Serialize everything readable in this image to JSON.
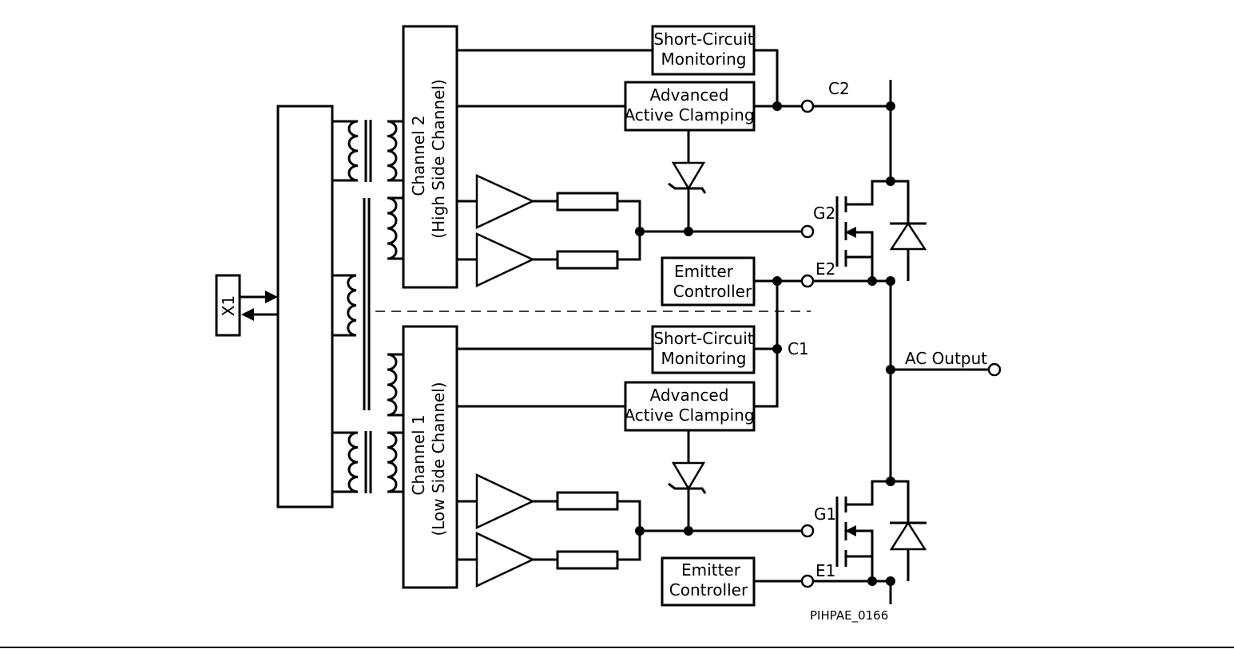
{
  "blocks": {
    "x1": "X1",
    "channel2_line1": "Channel 2",
    "channel2_line2": "(High Side Channel)",
    "channel1_line1": "Channel 1",
    "channel1_line2": "(Low Side Channel)",
    "sc_monitor_top": [
      "Short-Circuit",
      "Monitoring"
    ],
    "clamp_top": [
      "Advanced",
      "Active Clamping"
    ],
    "emitter_top": [
      "Emitter",
      "Controller"
    ],
    "sc_monitor_bottom": [
      "Short-Circuit",
      "Monitoring"
    ],
    "clamp_bottom": [
      "Advanced",
      "Active Clamping"
    ],
    "emitter_bottom": [
      "Emitter",
      "Controller"
    ]
  },
  "terminals": {
    "c2": "C2",
    "g2": "G2",
    "e2": "E2",
    "c1": "C1",
    "g1": "G1",
    "e1": "E1",
    "ac_output": "AC Output"
  },
  "figure_id": "PIHPAE_0166"
}
